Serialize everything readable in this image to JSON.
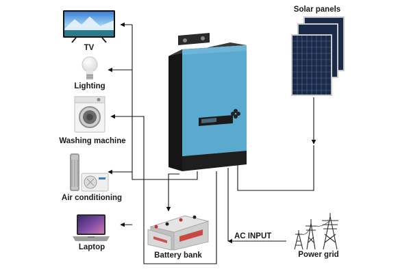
{
  "diagram": {
    "loads": [
      {
        "id": "tv",
        "label": "TV",
        "icon": "tv-icon"
      },
      {
        "id": "lighting",
        "label": "Lighting",
        "icon": "light-bulb-icon"
      },
      {
        "id": "washer",
        "label": "Washing machine",
        "icon": "washing-machine-icon"
      },
      {
        "id": "ac",
        "label": "Air conditioning",
        "icon": "air-conditioner-icon"
      },
      {
        "id": "laptop",
        "label": "Laptop",
        "icon": "laptop-icon"
      }
    ],
    "solar_label": "Solar panels",
    "battery_label": "Battery bank",
    "ac_input_label": "AC INPUT",
    "grid_label": "Power grid"
  },
  "colors": {
    "inverter_face": "#5aa9cf",
    "inverter_body": "#1e1e1e",
    "solar_cell": "#1c2a4a",
    "battery": "#d8d8d8",
    "battery_accent": "#c8302a",
    "wire": "#111111"
  }
}
